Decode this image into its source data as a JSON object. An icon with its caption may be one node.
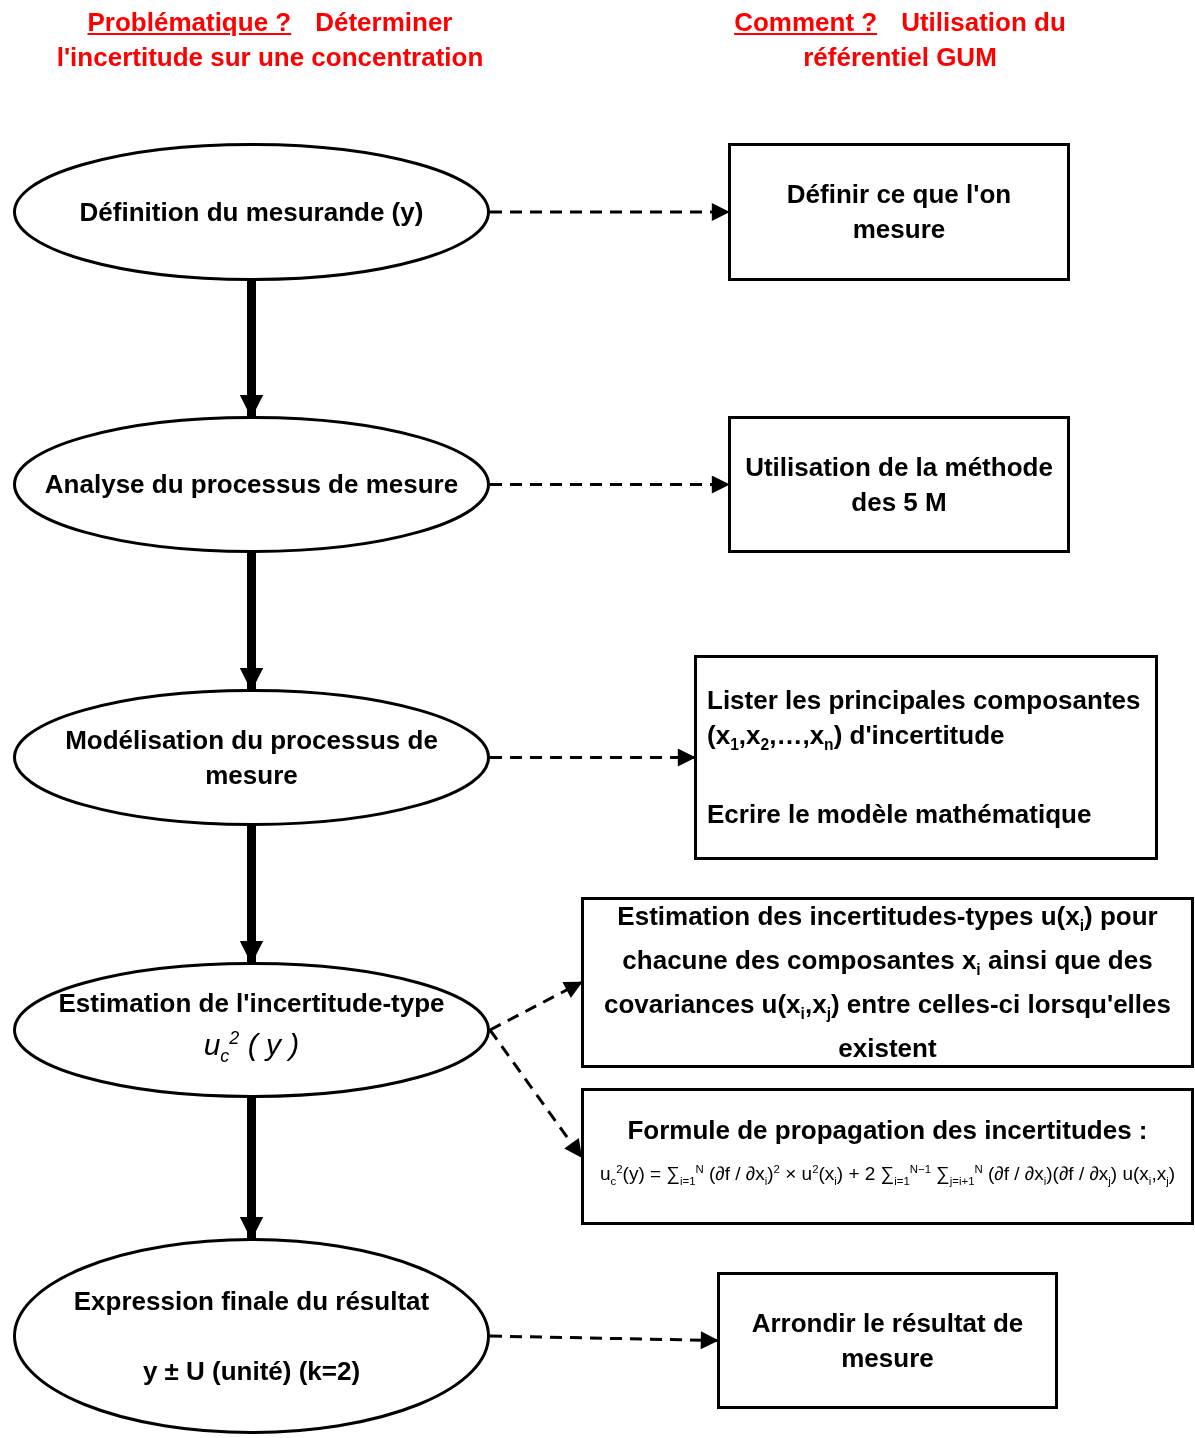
{
  "diagram": {
    "nodes": [
      {
        "text": [
          "Définition du mesurande (y)"
        ]
      },
      {
        "text": [
          "Définir ce que l'on mesure"
        ]
      },
      {
        "text": [
          "Analyse du processus de mesure"
        ]
      },
      {
        "text": [
          "Utilisation de la méthode des 5 M"
        ]
      },
      {
        "text": [
          "Modélisation du processus de mesure"
        ]
      },
      {
        "text": [
          "Lister les principales composantes (x$_{1}$,x$_{2}$,…,x$_{n}$) d'incertitude",
          "Ecrire le modèle mathématique"
        ]
      },
      {
        "text": [
          "Estimation de l'incertitude-type",
          "u$_{c}$$^{2}$ ( y )"
        ]
      },
      {
        "text": [
          "Estimation des incertitudes-types u(x$_{i}$) pour chacune des composantes x$_{i}$ ainsi que des covariances u(x$_{i}$,x$_{j}$) entre celles-ci lorsqu'elles existent"
        ]
      },
      {
        "text": [
          "Formule de propagation des incertitudes :",
          "u$_{c}$$^{2}$(y) = ∑$_{i=1}$$^{N}$ (∂f / ∂x$_{i}$)$^{2}$ × u$^{2}$(x$_{i}$) + 2 ∑$_{i=1}$$^{N−1}$ ∑$_{j=i+1}$$^{N}$ (∂f / ∂x$_{i}$)(∂f / ∂x$_{j}$) u(x$_{i}$,x$_{j}$)"
        ]
      },
      {
        "text": [
          "Expression finale du résultat",
          "y ± U (unité) (k=2)"
        ]
      },
      {
        "text": [
          "Arrondir le résultat de mesure"
        ]
      }
    ],
    "edges": [
      {
        "from": 0,
        "to": 2,
        "arrow": "to",
        "style": "thick"
      },
      {
        "from": 2,
        "to": 4,
        "arrow": "to",
        "style": "thick"
      },
      {
        "from": 4,
        "to": 6,
        "arrow": "to",
        "style": "thick"
      },
      {
        "from": 6,
        "to": 9,
        "arrow": "to",
        "style": "thick"
      },
      {
        "from": 0,
        "to": 1,
        "arrow": "to",
        "style": "dashed"
      },
      {
        "from": 2,
        "to": 3,
        "arrow": "to",
        "style": "dashed"
      },
      {
        "from": 4,
        "to": 5,
        "arrow": "to",
        "style": "dashed"
      },
      {
        "from": 6,
        "to": 7,
        "arrow": "to",
        "style": "dashed"
      },
      {
        "from": 6,
        "to": 8,
        "arrow": "to",
        "style": "dashed"
      },
      {
        "from": 9,
        "to": 10,
        "arrow": "to",
        "style": "dashed"
      }
    ],
    "labels": [
      "Problématique ?",
      "Déterminer l'incertitude sur une concentration",
      "Comment ?",
      "Utilisation du référentiel GUM"
    ]
  }
}
